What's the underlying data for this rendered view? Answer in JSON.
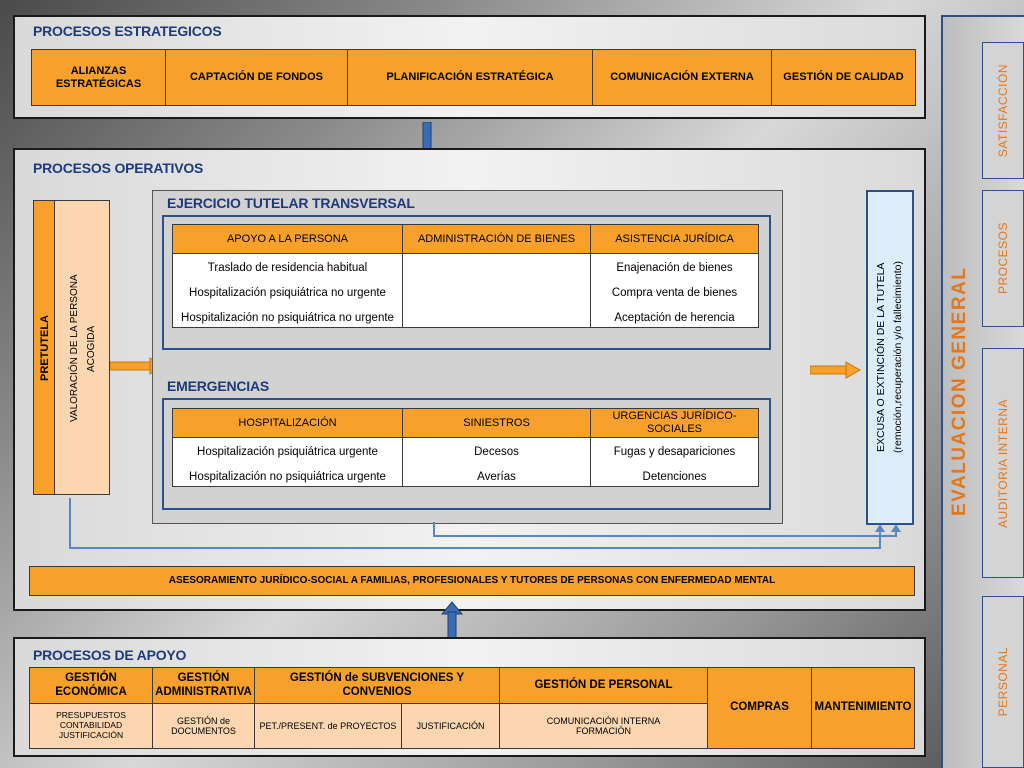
{
  "estrategicos": {
    "title": "PROCESOS ESTRATEGICOS",
    "items": [
      "ALIANZAS ESTRATÉGICAS",
      "CAPTACIÓN DE FONDOS",
      "PLANIFICACIÓN ESTRATÉGICA",
      "COMUNICACIÓN EXTERNA",
      "GESTIÓN DE CALIDAD"
    ]
  },
  "operativos": {
    "title": "PROCESOS OPERATIVOS",
    "pretutela": "PRETUTELA",
    "valoracion_line1": "VALORACIÓN DE LA PERSONA",
    "valoracion_line2": "ACOGIDA",
    "ejercicio": {
      "title": "EJERCICIO TUTELAR TRANSVERSAL",
      "headers": [
        "APOYO A LA PERSONA",
        "ADMINISTRACIÓN DE BIENES",
        "ASISTENCIA JURÍDICA"
      ],
      "col1": [
        "Traslado de residencia habitual",
        "Hospitalización psiquiátrica no urgente",
        "Hospitalización no psiquiátrica no urgente"
      ],
      "col3": [
        "Enajenación de bienes",
        "Compra venta de bienes",
        "Aceptación de herencia"
      ]
    },
    "emergencias": {
      "title": "EMERGENCIAS",
      "headers": [
        "HOSPITALIZACIÓN",
        "SINIESTROS",
        "URGENCIAS JURÍDICO-SOCIALES"
      ],
      "col1": [
        "Hospitalización psiquiátrica urgente",
        "Hospitalización no psiquiátrica urgente"
      ],
      "col2": [
        "Decesos",
        "Averías"
      ],
      "col3": [
        "Fugas y desapariciones",
        "Detenciones"
      ]
    },
    "excusa_line1": "EXCUSA O EXTINCIÓN DE LA TUTELA",
    "excusa_line2": "(remoción,recuperación y/o fallecimiento)",
    "asesoramiento": "ASESORAMIENTO JURÍDICO-SOCIAL A FAMILIAS, PROFESIONALES Y TUTORES DE PERSONAS CON ENFERMEDAD MENTAL"
  },
  "apoyo": {
    "title": "PROCESOS DE APOYO",
    "economica": "GESTIÓN ECONÓMICA",
    "economica_sub": [
      "PRESUPUESTOS",
      "CONTABILIDAD",
      "JUSTIFICACIÓN"
    ],
    "administrativa_line1": "GESTIÓN",
    "administrativa_line2": "ADMINISTRATIVA",
    "administrativa_sub_line1": "GESTIÓN de",
    "administrativa_sub_line2": "DOCUMENTOS",
    "subvenciones": "GESTIÓN de SUBVENCIONES Y CONVENIOS",
    "subvenciones_sub1": "PET./PRESENT. de PROYECTOS",
    "subvenciones_sub2": "JUSTIFICACIÓN",
    "personal": "GESTIÓN DE PERSONAL",
    "personal_sub": [
      "COMUNICACIÓN INTERNA",
      "FORMACIÓN"
    ],
    "compras": "COMPRAS",
    "mantenimiento": "MANTENIMIENTO"
  },
  "evaluacion": {
    "title": "EVALUACION GENERAL",
    "items": [
      "SATISFACCIÓN",
      "PROCESOS",
      "AUDITORIA INTERNA",
      "PERSONAL"
    ]
  }
}
